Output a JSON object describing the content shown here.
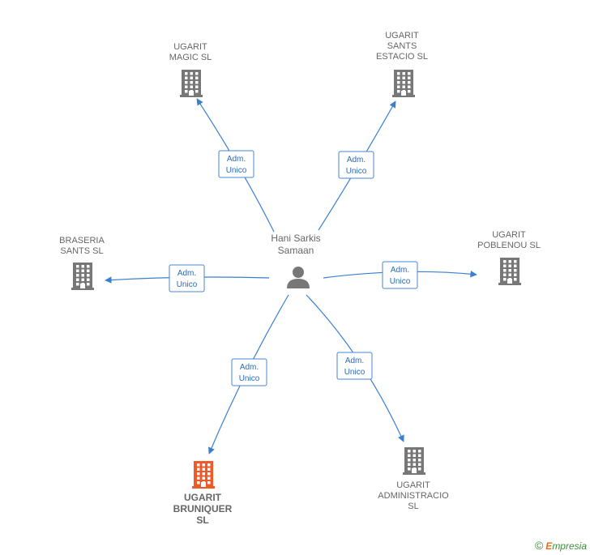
{
  "center": {
    "name_lines": [
      "Hani Sarkis",
      "Samaan"
    ],
    "icon": "person-icon"
  },
  "companies": [
    {
      "id": "magic",
      "lines": [
        "UGARIT",
        "MAGIC SL"
      ],
      "highlight": false,
      "icon": "building-icon"
    },
    {
      "id": "sants-estacio",
      "lines": [
        "UGARIT",
        "SANTS",
        "ESTACIO  SL"
      ],
      "highlight": false,
      "icon": "building-icon"
    },
    {
      "id": "braseria",
      "lines": [
        "BRASERIA",
        "SANTS  SL"
      ],
      "highlight": false,
      "icon": "building-icon"
    },
    {
      "id": "poblenou",
      "lines": [
        "UGARIT",
        "POBLENOU  SL"
      ],
      "highlight": false,
      "icon": "building-icon"
    },
    {
      "id": "bruniquer",
      "lines": [
        "UGARIT",
        "BRUNIQUER",
        "SL"
      ],
      "highlight": true,
      "icon": "building-icon"
    },
    {
      "id": "administracio",
      "lines": [
        "UGARIT",
        "ADMINISTRACIO",
        "SL"
      ],
      "highlight": false,
      "icon": "building-icon"
    }
  ],
  "relation_label": [
    "Adm.",
    "Unico"
  ],
  "colors": {
    "node_gray": "#777777",
    "highlight": "#f05a28",
    "edge": "#3a7fd0",
    "role_text": "#2a6bb5"
  },
  "footer": {
    "copyright": "©",
    "brand_first": "E",
    "brand_rest": "mpresia"
  }
}
